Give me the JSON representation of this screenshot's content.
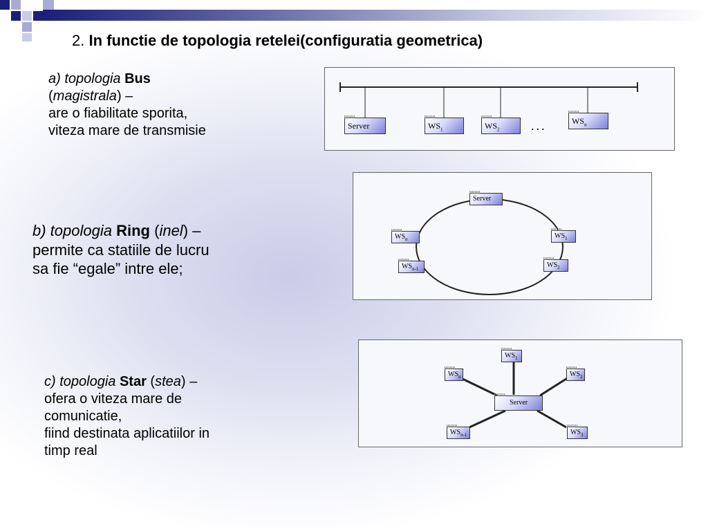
{
  "slide": {
    "title_number": "2.",
    "title_text": "In functie de topologia retelei(configuratia geometrica)"
  },
  "bus": {
    "label_italic": "a) topologia",
    "name": "Bus",
    "alt_name": "magistrala",
    "line2_end": ") –",
    "line3": "are o fiabilitate sporita,",
    "line4": "viteza mare de transmisie",
    "nodes": {
      "server": "Server",
      "ws1_base": "WS",
      "ws1_sub": "1",
      "ws2_base": "WS",
      "ws2_sub": "2",
      "wsn_base": "WS",
      "wsn_sub": "n"
    },
    "ellipsis": "..."
  },
  "ring": {
    "label_italic": "b) topologia",
    "name": "Ring",
    "alt_name": "inel",
    "line1_end": ") –",
    "line2": "permite ca statiile de lucru",
    "line3": "sa fie “egale” intre ele;",
    "nodes": {
      "server": "Server",
      "wsn_base": "WS",
      "wsn_sub": "n",
      "ws1_base": "WS",
      "ws1_sub": "1",
      "wsn1_base": "WS",
      "wsn1_sub": "n-1",
      "ws2_base": "WS",
      "ws2_sub": "2"
    }
  },
  "star": {
    "label_italic": "c) topologia",
    "name": "Star",
    "alt_name": "stea",
    "line1_end": ") –",
    "line2": "ofera o viteza mare de",
    "line3": "comunicatie,",
    "line4": "fiind destinata aplicatiilor in",
    "line5": "timp real",
    "nodes": {
      "server": "Server",
      "ws1_base": "WS",
      "ws1_sub": "1",
      "wsn_base": "WS",
      "wsn_sub": "n",
      "ws2_base": "WS",
      "ws2_sub": "2",
      "wsn1_base": "WS",
      "wsn1_sub": "n-1",
      "ws3_base": "WS",
      "ws3_sub": "3"
    }
  },
  "colors": {
    "accent_dark": "#1b1f78",
    "node_fill": "#7c80d8"
  }
}
